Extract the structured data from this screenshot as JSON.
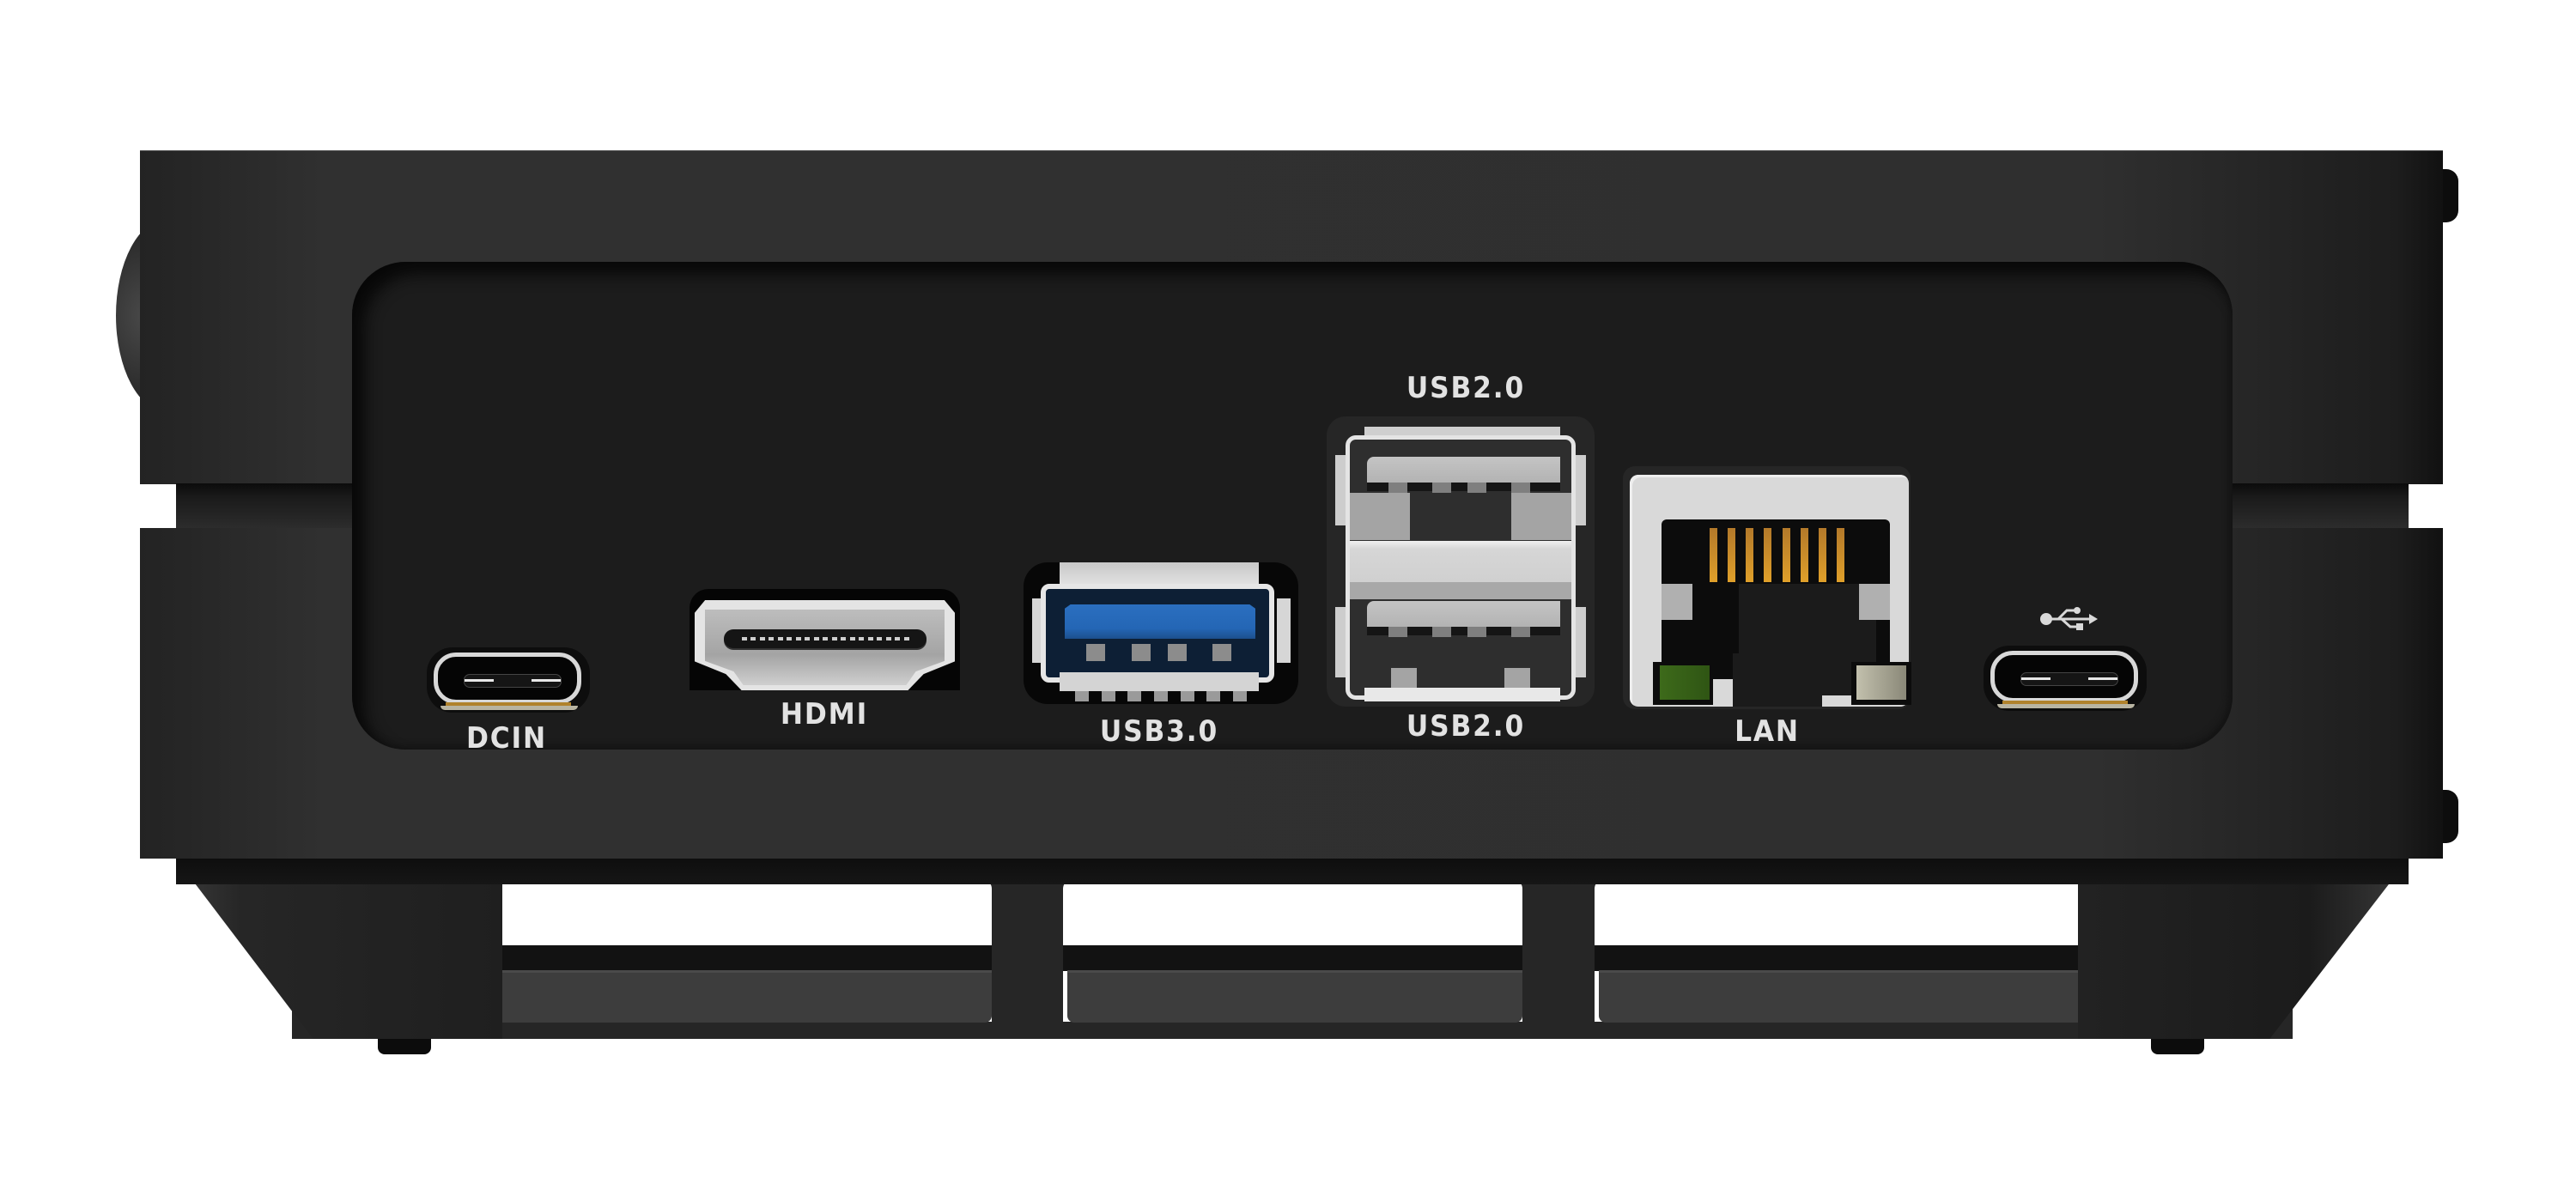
{
  "device": {
    "description": "Mini PC rear I/O panel render",
    "body_color": "#2f2f2f",
    "panel_color": "#1c1c1c",
    "label_color": "#e2e2e2"
  },
  "ports": [
    {
      "id": "dcin",
      "type": "USB-C",
      "label": "DCIN"
    },
    {
      "id": "hdmi",
      "type": "HDMI",
      "label": "HDMI"
    },
    {
      "id": "usb3",
      "type": "USB-A 3.0",
      "label": "USB3.0",
      "accent": "#2b6fc0"
    },
    {
      "id": "usb2_top",
      "type": "USB-A 2.0",
      "label": "USB2.0"
    },
    {
      "id": "usb2_bottom",
      "type": "USB-A 2.0",
      "label": "USB2.0"
    },
    {
      "id": "lan",
      "type": "RJ45",
      "label": "LAN",
      "led_left": "#3f6a1c",
      "led_right": "#bdbba8",
      "pin_color": "#d0922a"
    },
    {
      "id": "usbc_data",
      "type": "USB-C",
      "label": "",
      "icon": "usb-trident-icon"
    }
  ],
  "icons": {
    "usb_symbol": "usb-trident-icon"
  }
}
